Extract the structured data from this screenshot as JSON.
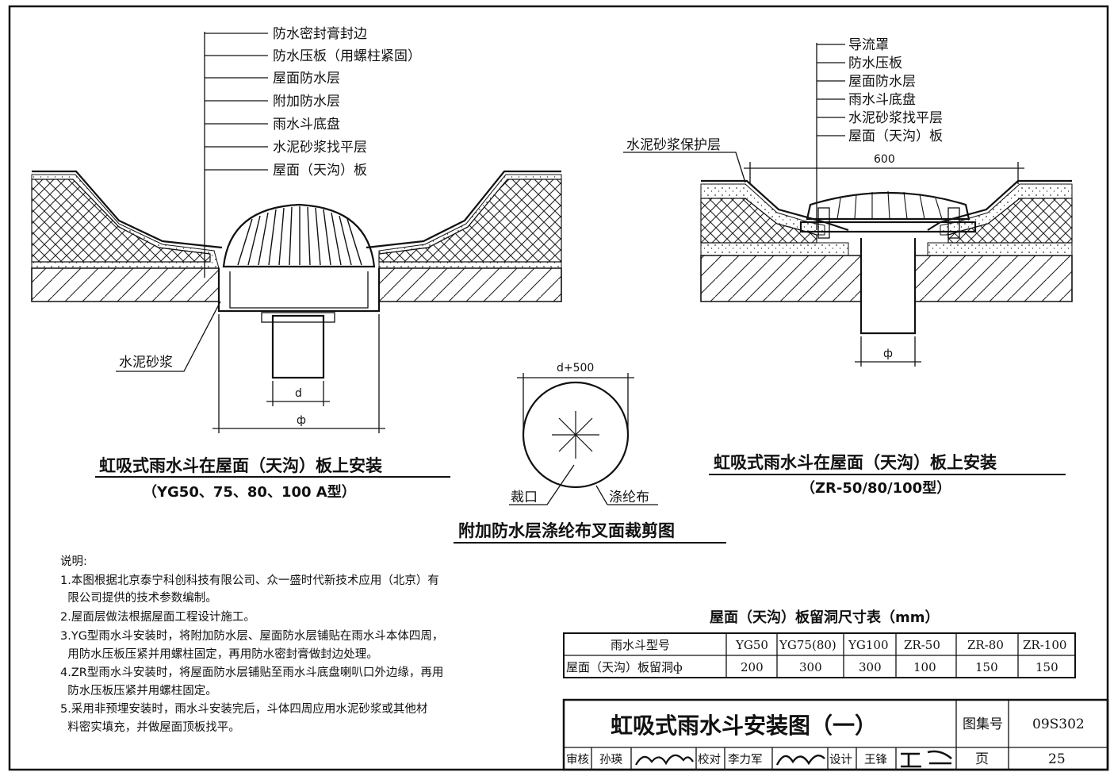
{
  "left_drawing": {
    "callouts": [
      "防水密封膏封边",
      "防水压板（用螺柱紧固）",
      "屋面防水层",
      "附加防水层",
      "雨水斗底盘",
      "水泥砂浆找平层",
      "屋面（天沟）板"
    ],
    "mortar_label": "水泥砂浆",
    "dim_small": "d",
    "dim_large": "ф",
    "title": "虹吸式雨水斗在屋面（天沟）板上安装",
    "subtitle": "（YG50、75、80、100 A型）"
  },
  "right_drawing": {
    "callouts": [
      "导流罩",
      "防水压板",
      "屋面防水层",
      "雨水斗底盘",
      "水泥砂浆找平层",
      "屋面（天沟）板"
    ],
    "protect_label": "水泥砂浆保护层",
    "dim_top": "600",
    "dim_bottom": "ф",
    "title": "虹吸式雨水斗在屋面（天沟）板上安装",
    "subtitle": "（ZR-50/80/100型）"
  },
  "middle_drawing": {
    "dim_top": "d+500",
    "cut_label": "裁口",
    "cloth_label": "涤纶布",
    "title": "附加防水层涤纶布叉面裁剪图"
  },
  "notes": {
    "heading": "说明:",
    "lines": [
      "1.本图根据北京泰宁科创科技有限公司、众一盛时代新技术应用（北京）有",
      "  限公司提供的技术参数编制。",
      "2.屋面层做法根据屋面工程设计施工。",
      "3.YG型雨水斗安装时，将附加防水层、屋面防水层铺贴在雨水斗本体四周，",
      "  用防水压板压紧并用螺柱固定，再用防水密封膏做封边处理。",
      "4.ZR型雨水斗安装时，将屋面防水层铺贴至雨水斗底盘喇叭口外边缘，再用",
      "  防水压板压紧并用螺柱固定。",
      "5.采用非预埋安装时，雨水斗安装完后，斗体四周应用水泥砂浆或其他材",
      "  料密实填充，并做屋面顶板找平。"
    ]
  },
  "dimension_table": {
    "title": "屋面（天沟）板留洞尺寸表（mm）",
    "header": [
      "雨水斗型号",
      "YG50",
      "YG75(80)",
      "YG100",
      "ZR-50",
      "ZR-80",
      "ZR-100"
    ],
    "row": [
      "屋面（天沟）板留洞ф",
      "200",
      "300",
      "300",
      "100",
      "150",
      "150"
    ]
  },
  "title_block": {
    "drawing_title": "虹吸式雨水斗安装图（一）",
    "atlas_label": "图集号",
    "atlas_no": "09S302",
    "page_label": "页",
    "page_no": "25",
    "review_label": "审核",
    "reviewer": "孙瑛",
    "check_label": "校对",
    "checker": "李力军",
    "design_label": "设计",
    "designer": "王锋"
  }
}
